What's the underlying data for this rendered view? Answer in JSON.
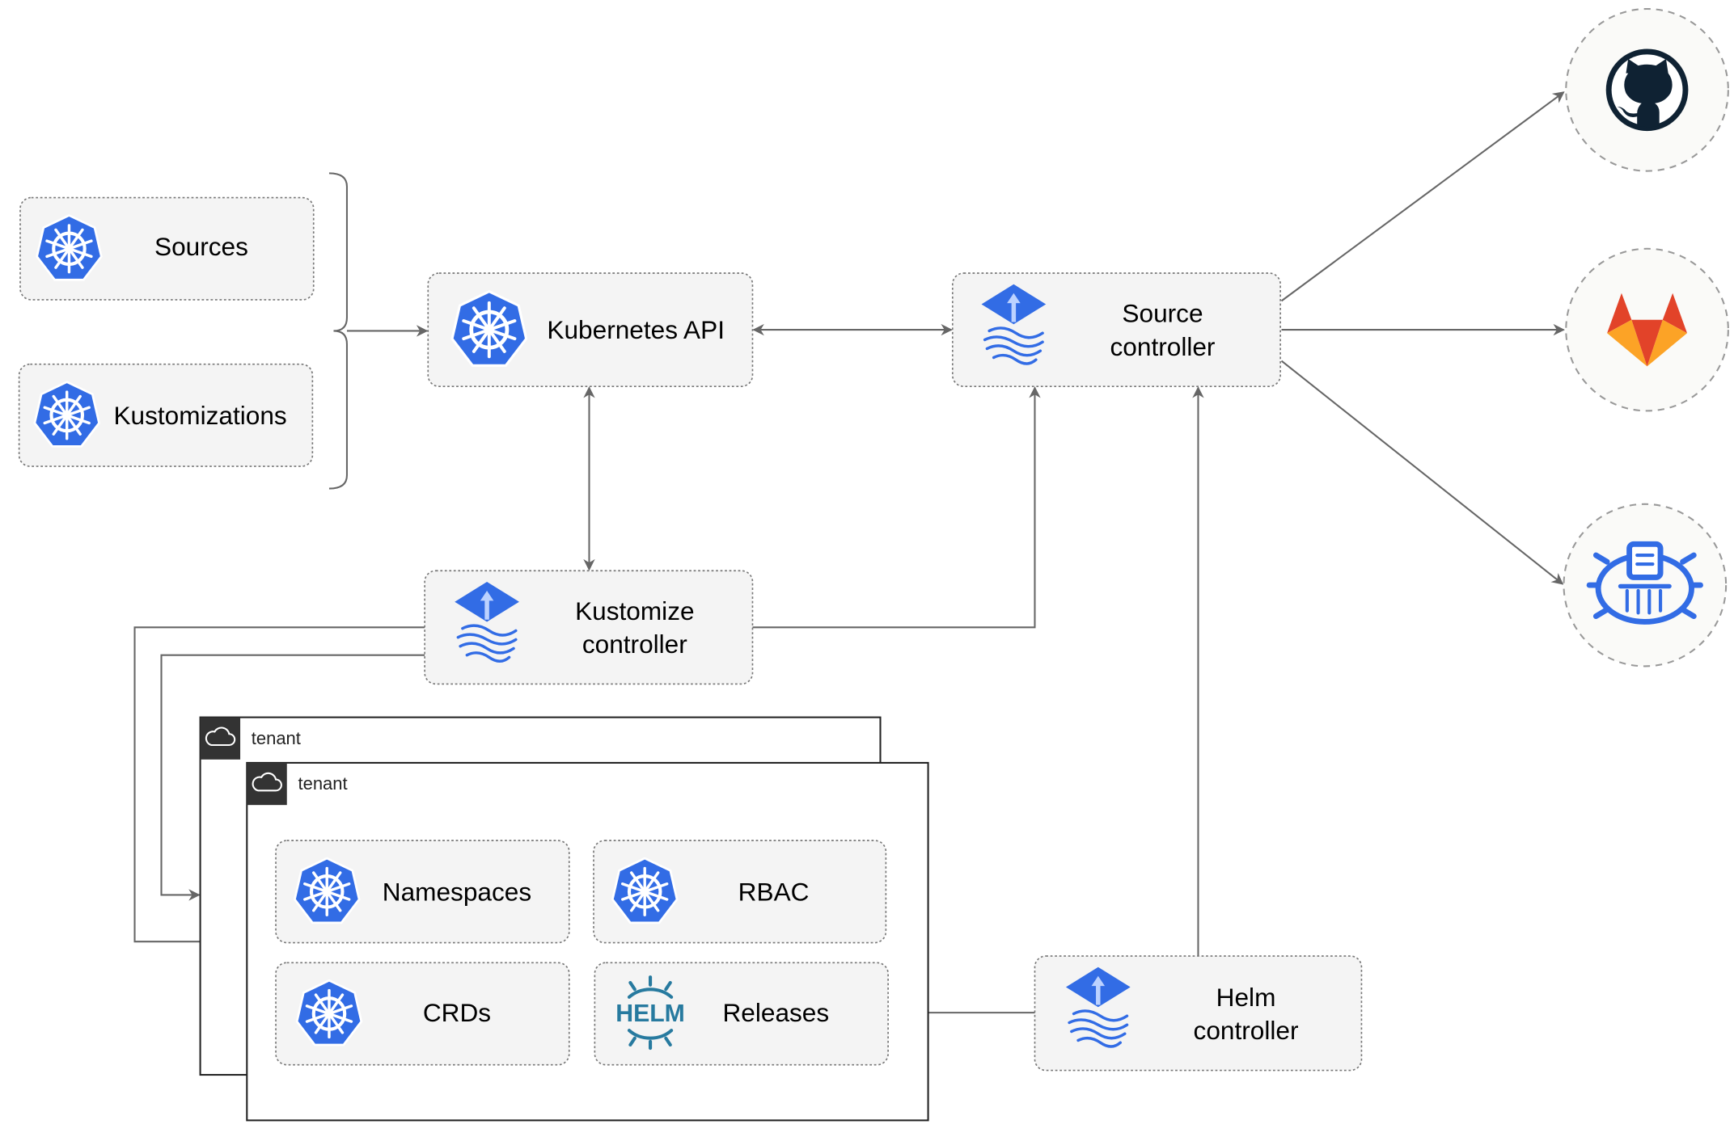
{
  "nodes": {
    "sources": "Sources",
    "kustomizations": "Kustomizations",
    "kubernetes_api": "Kubernetes API",
    "source_controller": [
      "Source",
      "controller"
    ],
    "kustomize_controller": [
      "Kustomize",
      "controller"
    ],
    "helm_controller": [
      "Helm",
      "controller"
    ],
    "tenant_back": "tenant",
    "tenant_front": "tenant",
    "namespaces": "Namespaces",
    "rbac": "RBAC",
    "crds": "CRDs",
    "releases": "Releases",
    "helm_logo_text": "HELM"
  },
  "external_sources": [
    {
      "icon": "github-icon"
    },
    {
      "icon": "gitlab-icon"
    },
    {
      "icon": "bucket-icon"
    }
  ],
  "colors": {
    "kubernetes": "#326ce5",
    "flux": "#326ce5",
    "helm": "#277a9f",
    "github": "#0f2233",
    "gitlab_orange": "#e24329",
    "gitlab_light": "#fca326",
    "edge": "#666666"
  }
}
